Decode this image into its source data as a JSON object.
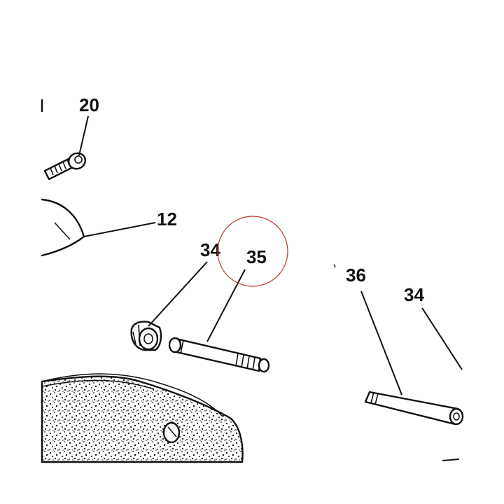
{
  "callouts": {
    "c20": "20",
    "c12": "12",
    "c34_left": "34",
    "c35": "35",
    "c36": "36",
    "c34_right": "34"
  },
  "colors": {
    "ink": "#111111",
    "paper": "#ffffff",
    "highlight_circle": "#c0392b"
  }
}
